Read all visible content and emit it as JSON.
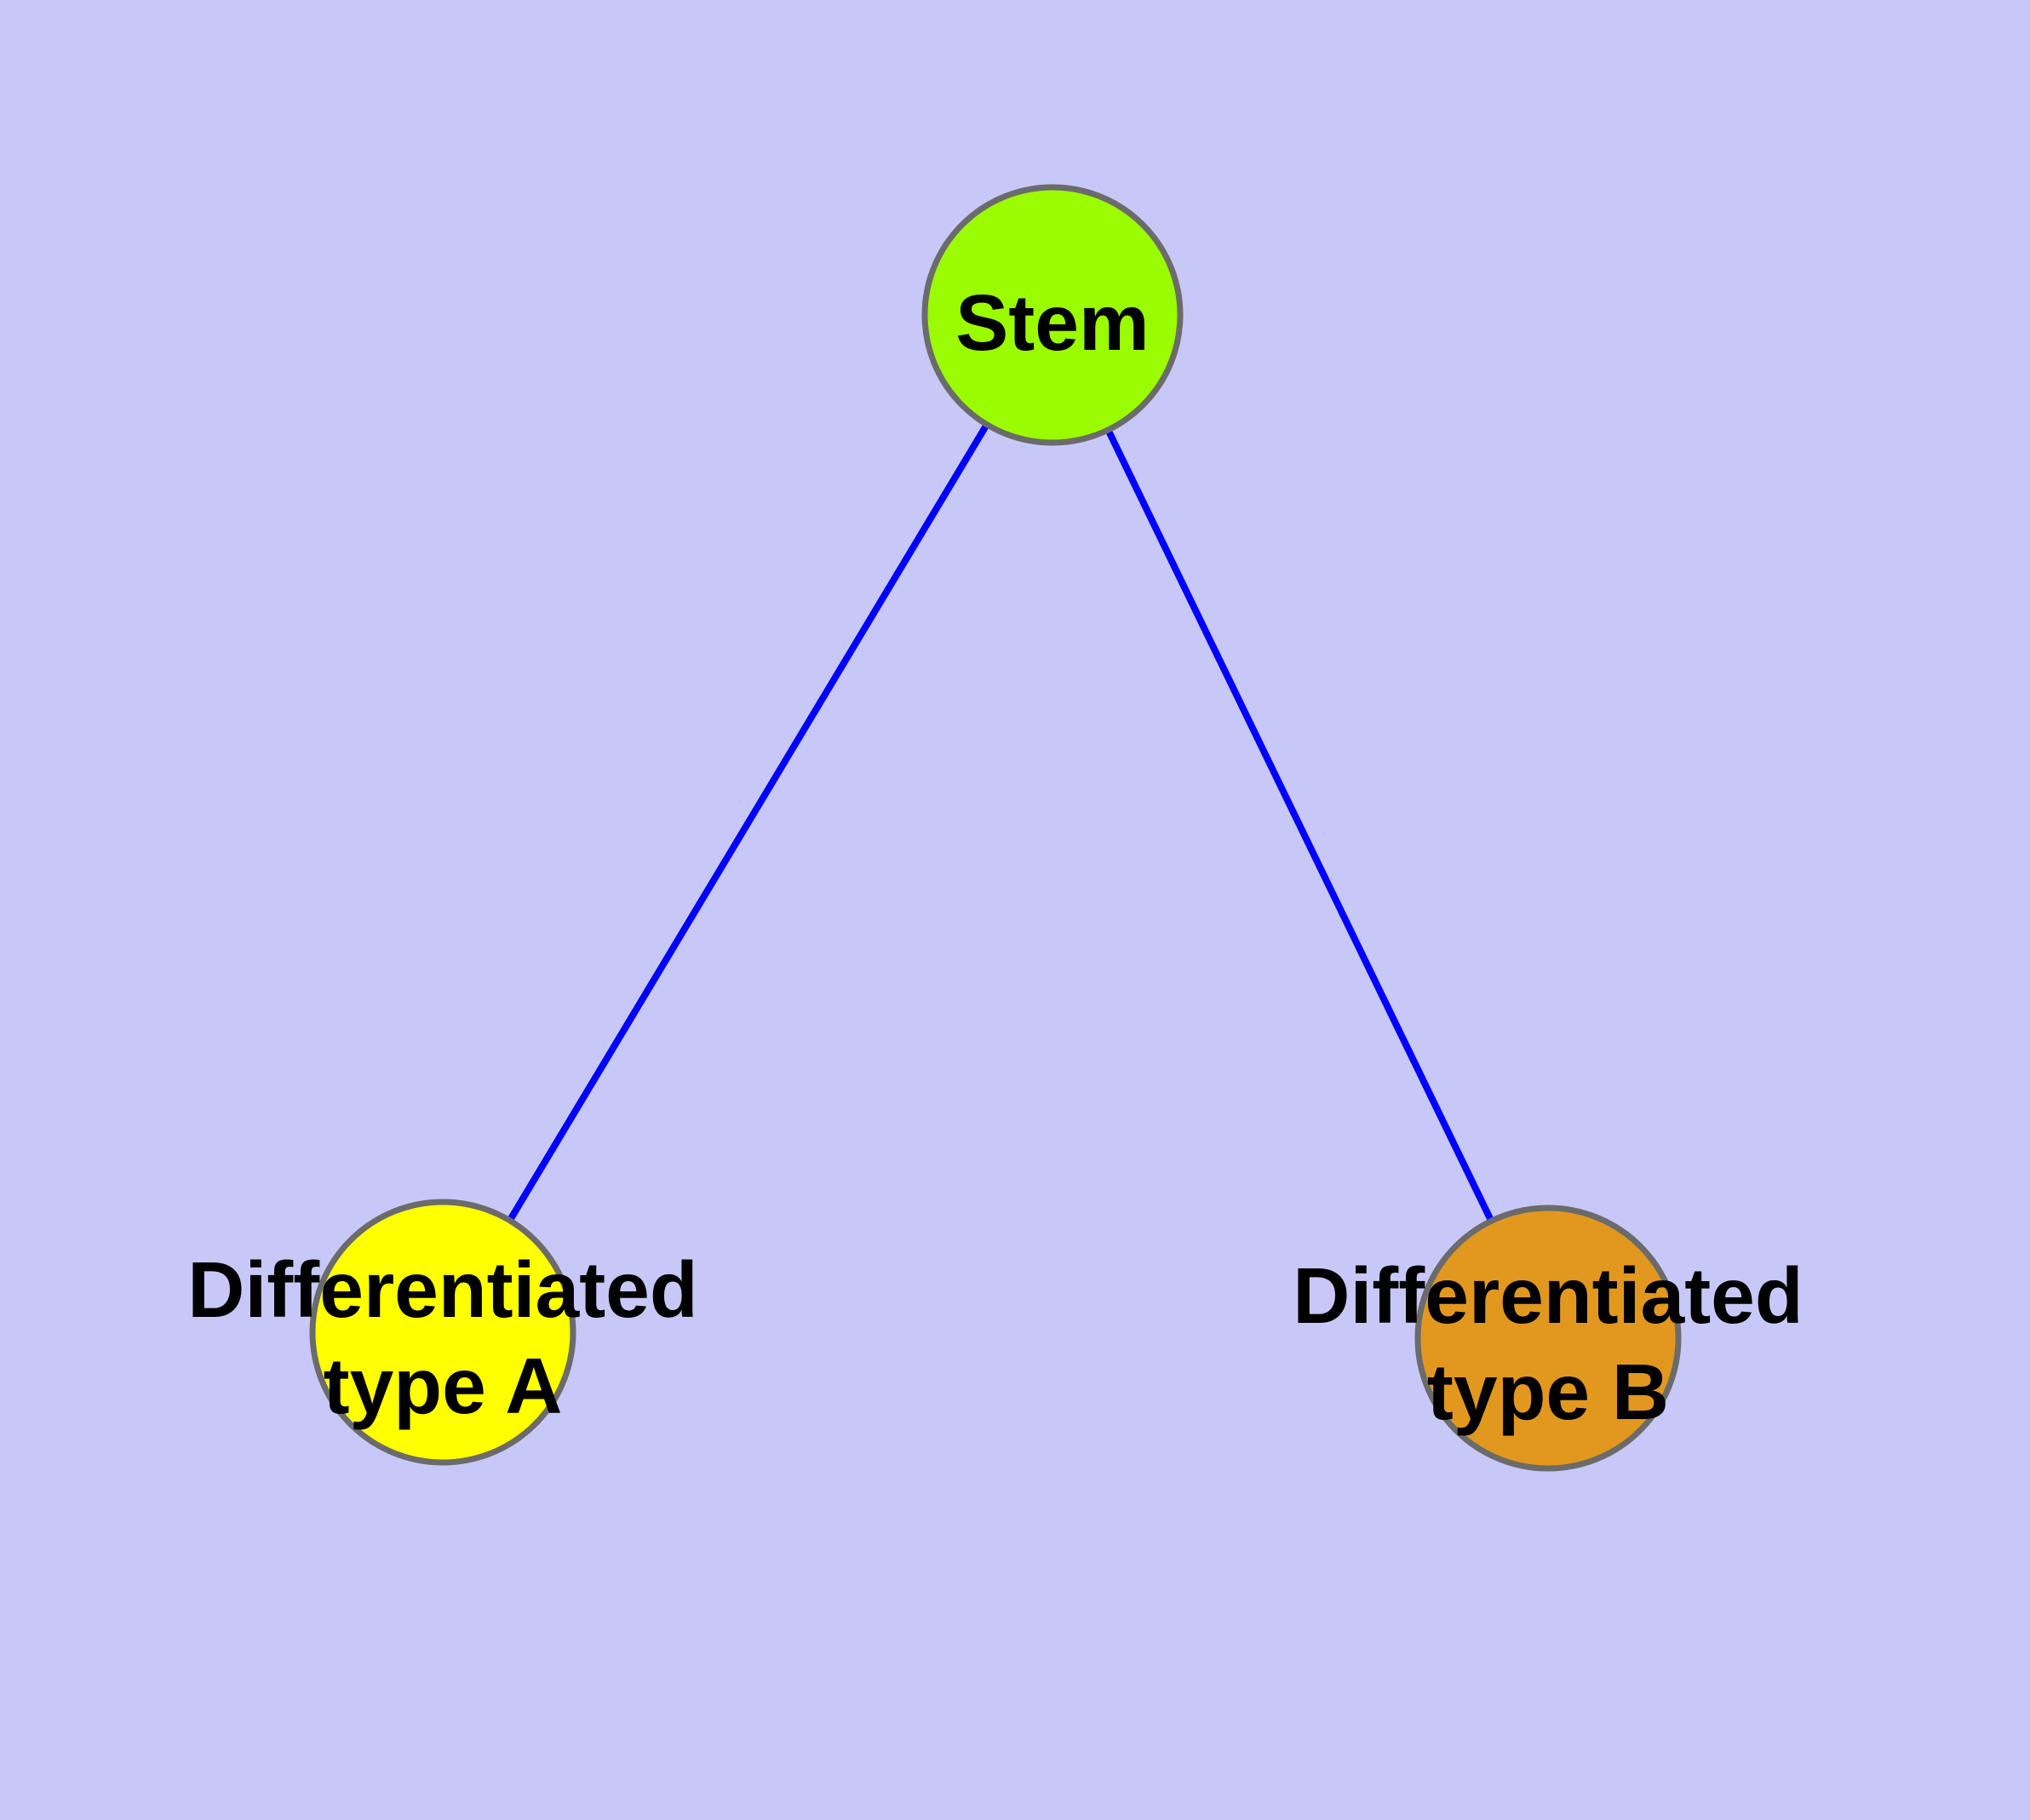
{
  "diagram": {
    "background_color": "#c8c8f8",
    "edge_color": "#0000ff",
    "node_border_color": "#6b6b6b",
    "text_color": "#000000",
    "nodes": {
      "stem": {
        "label": "Stem",
        "fill": "#9bfb00"
      },
      "type_a": {
        "label_line1": "Differentiated",
        "label_line2": "type A",
        "fill": "#ffff00"
      },
      "type_b": {
        "label_line1": "Differentiated",
        "label_line2": "type B",
        "fill": "#e2981e"
      }
    },
    "edges": [
      {
        "from": "Stem",
        "to": "Differentiated type A"
      },
      {
        "from": "Stem",
        "to": "Differentiated type B"
      }
    ]
  }
}
